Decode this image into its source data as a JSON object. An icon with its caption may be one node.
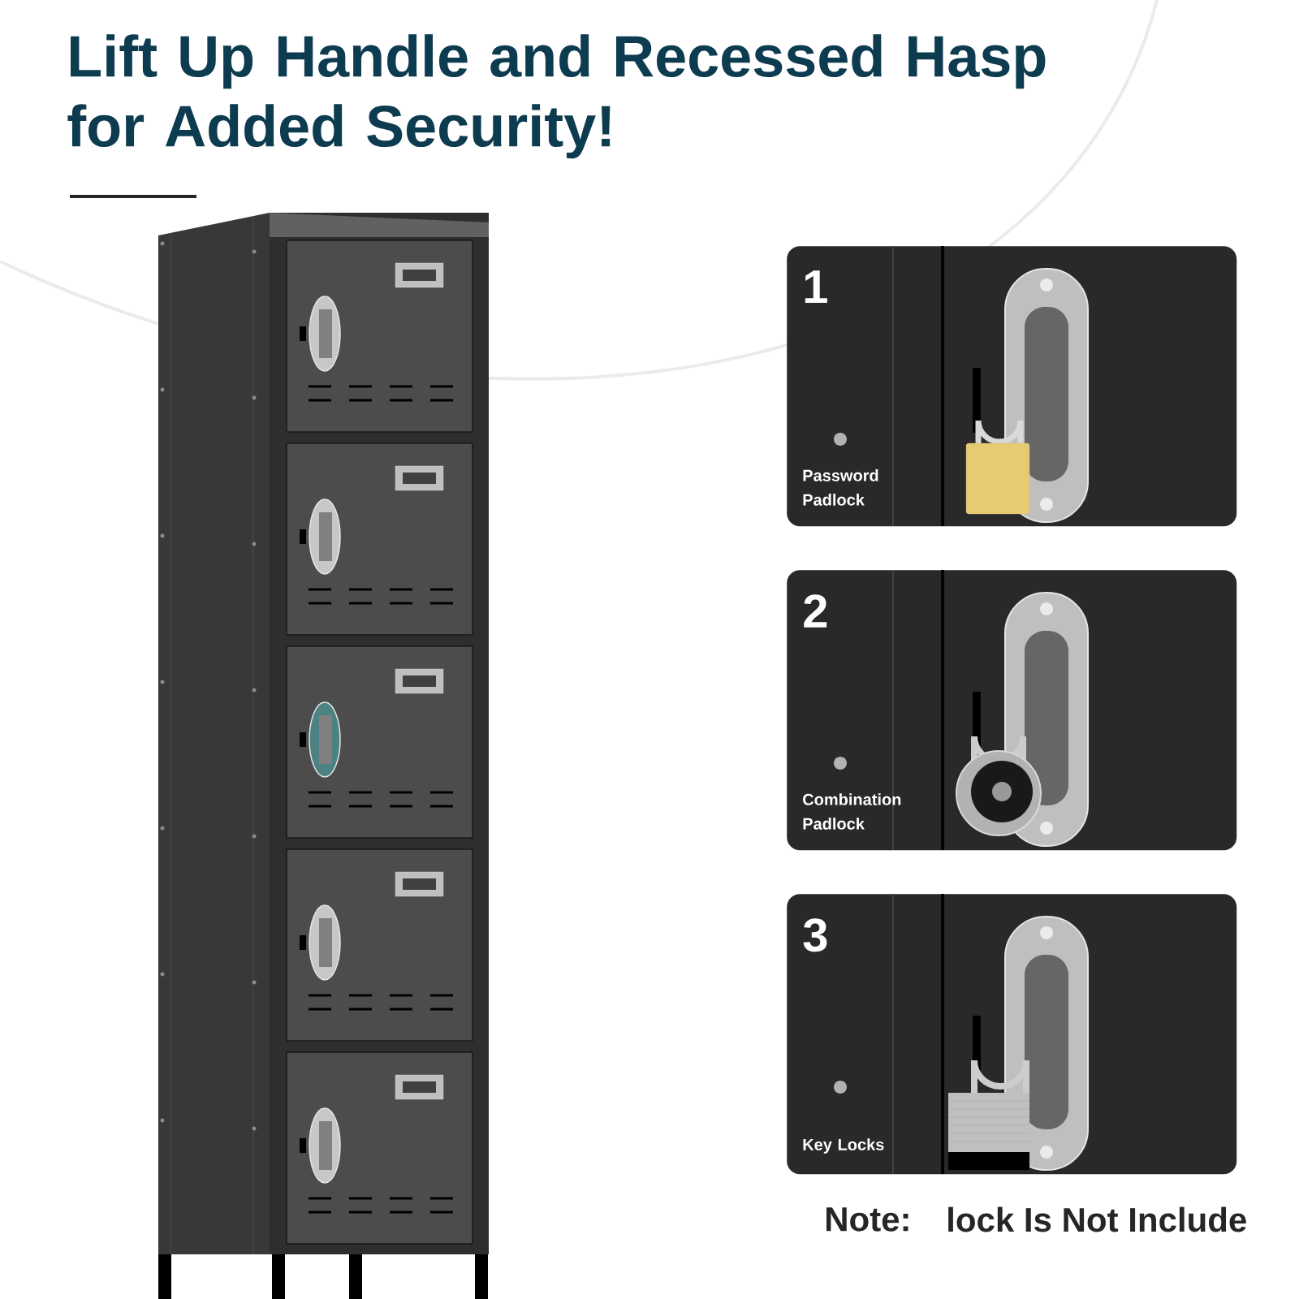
{
  "diagram": {
    "title": "Lift Up Handle and Recessed Hasp for Added Security!",
    "nodes": [
      {
        "text": [
          "1",
          "Password Padlock"
        ]
      },
      {
        "text": [
          "2",
          "Combination Padlock"
        ]
      },
      {
        "text": [
          "3",
          "Key Locks"
        ]
      }
    ],
    "labels": [
      "Note:",
      "lock Is Not Include"
    ]
  }
}
